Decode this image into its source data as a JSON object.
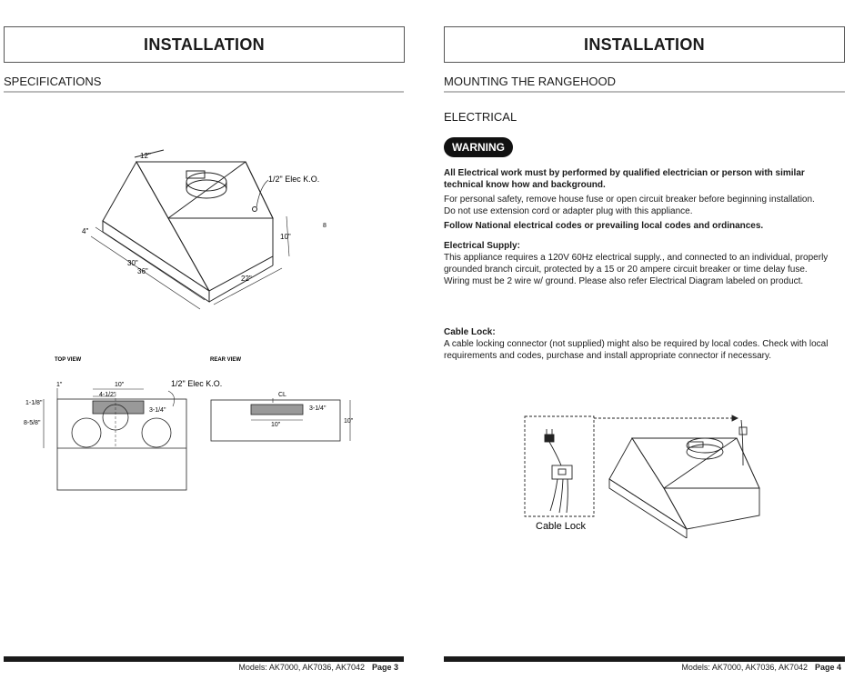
{
  "left_page": {
    "title": "INSTALLATION",
    "section": "SPECIFICATIONS",
    "iso_labels": {
      "depth": "12\"",
      "ko": "1/2\" Elec K.O.",
      "front": "4\"",
      "height": "10\"",
      "w30": "30\"",
      "w36": "36\"",
      "d22": "22\"",
      "stray": "8"
    },
    "top_view": {
      "label": "TOP VIEW",
      "dims": [
        "1\"",
        "10\"",
        "4-1/2\"",
        "1/2\" Elec K.O.",
        "3-1/4\"",
        "1-1/8\"",
        "8-5/8\""
      ]
    },
    "rear_view": {
      "label": "REAR VIEW",
      "dims": [
        "CL",
        "3-1/4\"",
        "10\"",
        "10\""
      ]
    },
    "footer": {
      "models": "Models: AK7000, AK7036, AK7042",
      "page": "Page 3"
    }
  },
  "right_page": {
    "title": "INSTALLATION",
    "section": "MOUNTING THE RANGEHOOD",
    "subsection": "ELECTRICAL",
    "warning": "WARNING",
    "para1_bold": "All Electrical work must by performed by qualified electrician or person with similar technical know how and background.",
    "para2": "For personal safety, remove house fuse or open circuit breaker before beginning installation.",
    "para3": "Do not use extension cord or adapter plug with this appliance.",
    "para4_bold": "Follow National electrical codes or prevailing local codes and ordinances.",
    "supply_head": "Electrical Supply:",
    "supply_text": "This appliance requires a 120V 60Hz electrical supply., and connected to an individual, properly grounded branch circuit, protected by a 15 or 20 ampere circuit breaker or time delay fuse. Wiring must be 2 wire w/ ground. Please also refer Electrical Diagram labeled on product.",
    "cable_head": "Cable Lock:",
    "cable_text": "A cable locking connector (not supplied) might also be required by local codes. Check with local requirements and codes, purchase and install appropriate connector if necessary.",
    "cable_caption": "Cable Lock",
    "footer": {
      "models": "Models: AK7000, AK7036, AK7042",
      "page": "Page 4"
    }
  }
}
